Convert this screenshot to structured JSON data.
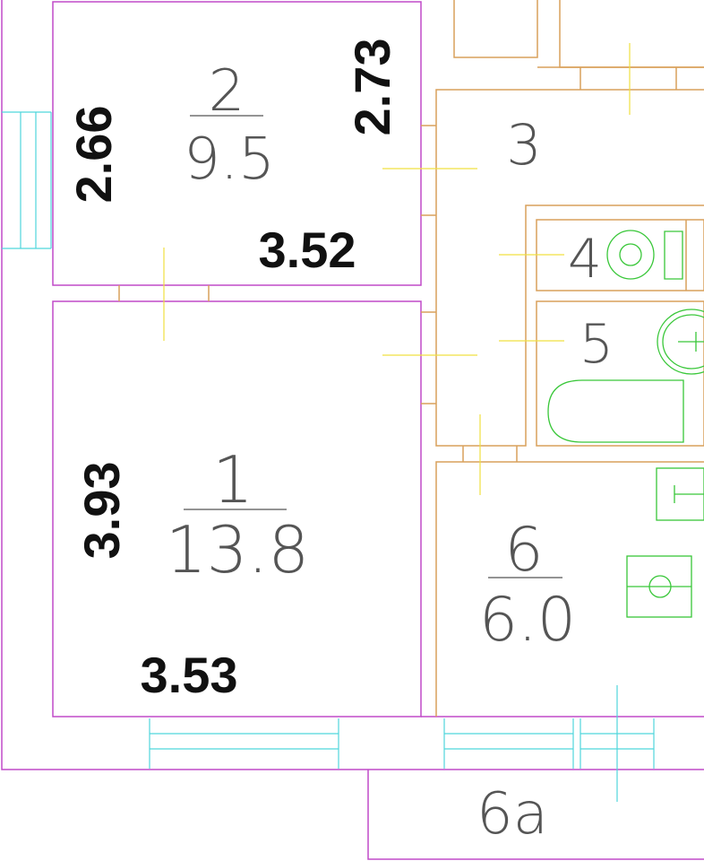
{
  "colors": {
    "outer_wall": "#c04ac8",
    "partition": "#d9a05b",
    "window": "#4fd6dc",
    "door_mark": "#f0e040",
    "fixture": "#39c739",
    "text_thin": "#555555",
    "text_dim": "#111111"
  },
  "rooms": [
    {
      "number": "1",
      "area": "13.8",
      "width": "3.53",
      "length": "3.93"
    },
    {
      "number": "2",
      "area": "9.5",
      "width": "3.52",
      "length_left": "2.66",
      "length_right": "2.73"
    },
    {
      "number": "3"
    },
    {
      "number": "4"
    },
    {
      "number": "5"
    },
    {
      "number": "6",
      "area": "6.0"
    },
    {
      "number": "6a"
    }
  ]
}
